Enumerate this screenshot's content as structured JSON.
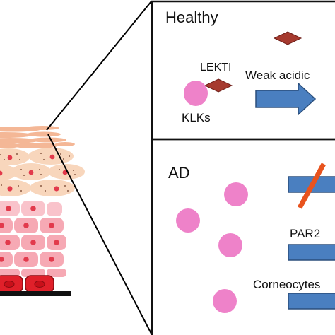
{
  "panels": {
    "healthy": {
      "title": "Healthy",
      "labels": {
        "lekti": "LEKTI",
        "klks": "KLKs",
        "ph": "Weak acidic"
      }
    },
    "ad": {
      "title": "AD",
      "labels": {
        "par2": "PAR2",
        "corneocytes": "Corneocytes"
      }
    }
  },
  "colors": {
    "klk": "#ee82c9",
    "lekti": "#a63a2f",
    "lekti_edge": "#6e1e18",
    "arrow": "#4a7fc0",
    "arrow_edge": "#2b4f7c",
    "slash": "#e8531e",
    "outline": "#000000",
    "panel_border": "#111111",
    "corneum_cell": "#f4b796",
    "granular_cell": "#f8d6bc",
    "granule_dot": "#8a5a44",
    "spinous_cell": "#f6a9b4",
    "spinous_cell_light": "#f9c3cb",
    "basal_cell": "#e0202a",
    "basal_edge": "#8a0c12",
    "nucleus": "#e23a4c",
    "basement": "#111111"
  }
}
